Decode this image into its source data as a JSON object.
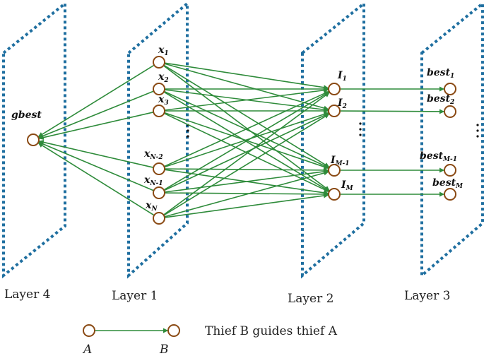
{
  "colors": {
    "plane": "#1f6fa0",
    "edge": "#2e8b3a",
    "node_stroke": "#8a4a14"
  },
  "layers": [
    {
      "id": "layer4",
      "label": "Layer 4"
    },
    {
      "id": "layer1",
      "label": "Layer 1"
    },
    {
      "id": "layer2",
      "label": "Layer 2"
    },
    {
      "id": "layer3",
      "label": "Layer 3"
    }
  ],
  "nodes": {
    "gbest": {
      "label": "gbest"
    },
    "x1": {
      "base": "x",
      "sub": "1"
    },
    "x2": {
      "base": "x",
      "sub": "2"
    },
    "x3": {
      "base": "x",
      "sub": "3"
    },
    "xN2": {
      "base": "x",
      "sub": "N-2"
    },
    "xN1": {
      "base": "x",
      "sub": "N-1"
    },
    "xN": {
      "base": "x",
      "sub": "N"
    },
    "I1": {
      "base": "I",
      "sub": "1"
    },
    "I2": {
      "base": "I",
      "sub": "2"
    },
    "IM1": {
      "base": "I",
      "sub": "M-1"
    },
    "IM": {
      "base": "I",
      "sub": "M"
    },
    "best1": {
      "base": "best",
      "sub": "1"
    },
    "best2": {
      "base": "best",
      "sub": "2"
    },
    "bestM1": {
      "base": "best",
      "sub": "M-1"
    },
    "bestM": {
      "base": "best",
      "sub": "M"
    }
  },
  "edge_groups": {
    "to_gbest": [
      "x1",
      "x2",
      "x3",
      "xN2",
      "xN1",
      "xN"
    ],
    "x_to_I": {
      "from": [
        "x1",
        "x2",
        "x3",
        "xN2",
        "xN1",
        "xN"
      ],
      "to": [
        "I1",
        "I2",
        "IM1",
        "IM"
      ]
    },
    "I_to_best": [
      [
        "I1",
        "best1"
      ],
      [
        "I2",
        "best2"
      ],
      [
        "IM1",
        "bestM1"
      ],
      [
        "IM",
        "bestM"
      ]
    ]
  },
  "legend": {
    "from_label": "A",
    "to_label": "B",
    "text": "Thief  B guides thief  A"
  }
}
